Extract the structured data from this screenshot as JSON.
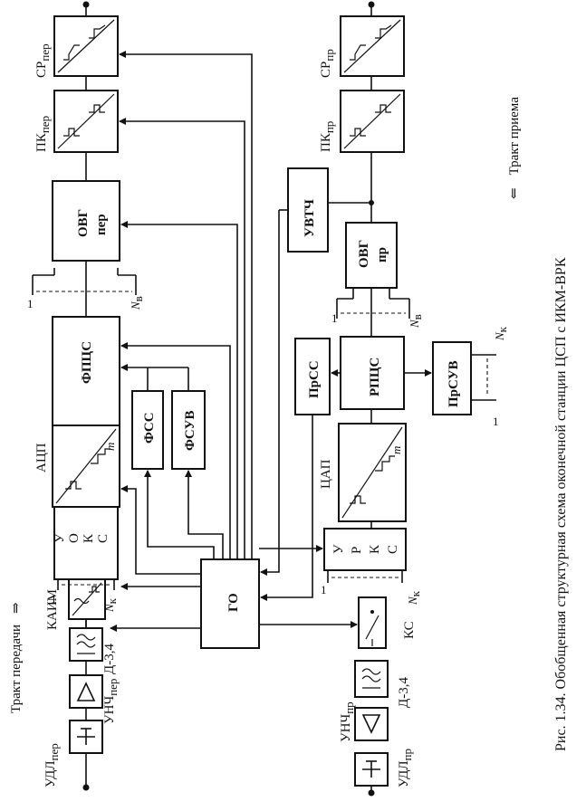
{
  "caption": "Рис. 1.34. Обобщенная структурная схема оконечной станции ЦСП с ИКМ-ВРК",
  "paths": {
    "tx": "Тракт передачи",
    "rx": "Тракт приема",
    "tx_arrow": "⇒",
    "rx_arrow": "⇐"
  },
  "tx_blocks": {
    "udl": "УДЛ",
    "udl_sub": "пер",
    "unch": "УНЧ",
    "unch_sub": "пер",
    "filter": "Д-3,4",
    "kaim": "КАИМ",
    "okcs_letters": [
      "У",
      "О",
      "К",
      "С"
    ],
    "adc": "АЦП",
    "fpcs": "ФПЦС",
    "fss": "ФСС",
    "fsuv": "ФСУВ",
    "ovg": "ОВГ",
    "ovg_sub": "пер",
    "pk": "ПК",
    "pk_sub": "пер",
    "sr": "СР",
    "sr_sub": "пер"
  },
  "center": {
    "go": "ГО"
  },
  "rx_blocks": {
    "udl": "УДЛ",
    "udl_sub": "пр",
    "unch": "УНЧ",
    "unch_sub": "пр",
    "filter": "Д-3,4",
    "ks": "КС",
    "rkcs_letters": [
      "У",
      "Р",
      "К",
      "С"
    ],
    "dac": "ЦАП",
    "rpcs": "РПЦС",
    "prss": "ПрСС",
    "prsuv": "ПрСУВ",
    "ovg": "ОВГ",
    "ovg_sub": "пр",
    "uvtch": "УВТЧ",
    "pk": "ПК",
    "pk_sub": "пр",
    "sr": "СР",
    "sr_sub": "пр"
  },
  "labels": {
    "one": "1",
    "m": "m",
    "n": "N",
    "n_sub_k": "к",
    "n_sub_v": "в"
  }
}
